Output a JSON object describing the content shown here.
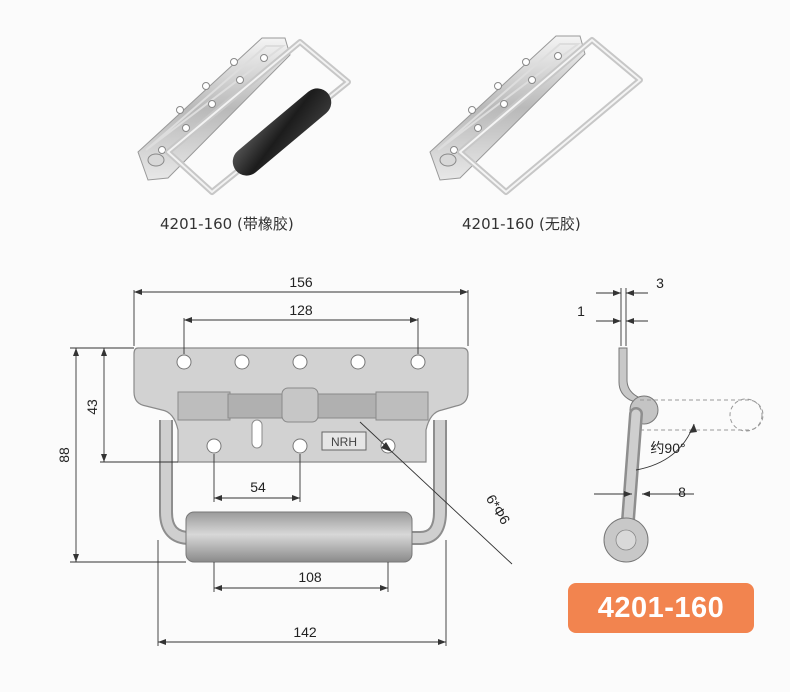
{
  "photos": [
    {
      "caption": "4201-160 (带橡胶)"
    },
    {
      "caption": "4201-160 (无胶)"
    }
  ],
  "dimensions": {
    "overall_width": "156",
    "top_hole_span": "128",
    "plate_height": "43",
    "total_height": "88",
    "lower_hole_span": "54",
    "grip_length": "108",
    "bottom_width": "142",
    "holes": "6*Φ6",
    "thickness": "3",
    "gap": "1",
    "rotation": "约90°",
    "offset": "8"
  },
  "model_badge": "4201-160"
}
